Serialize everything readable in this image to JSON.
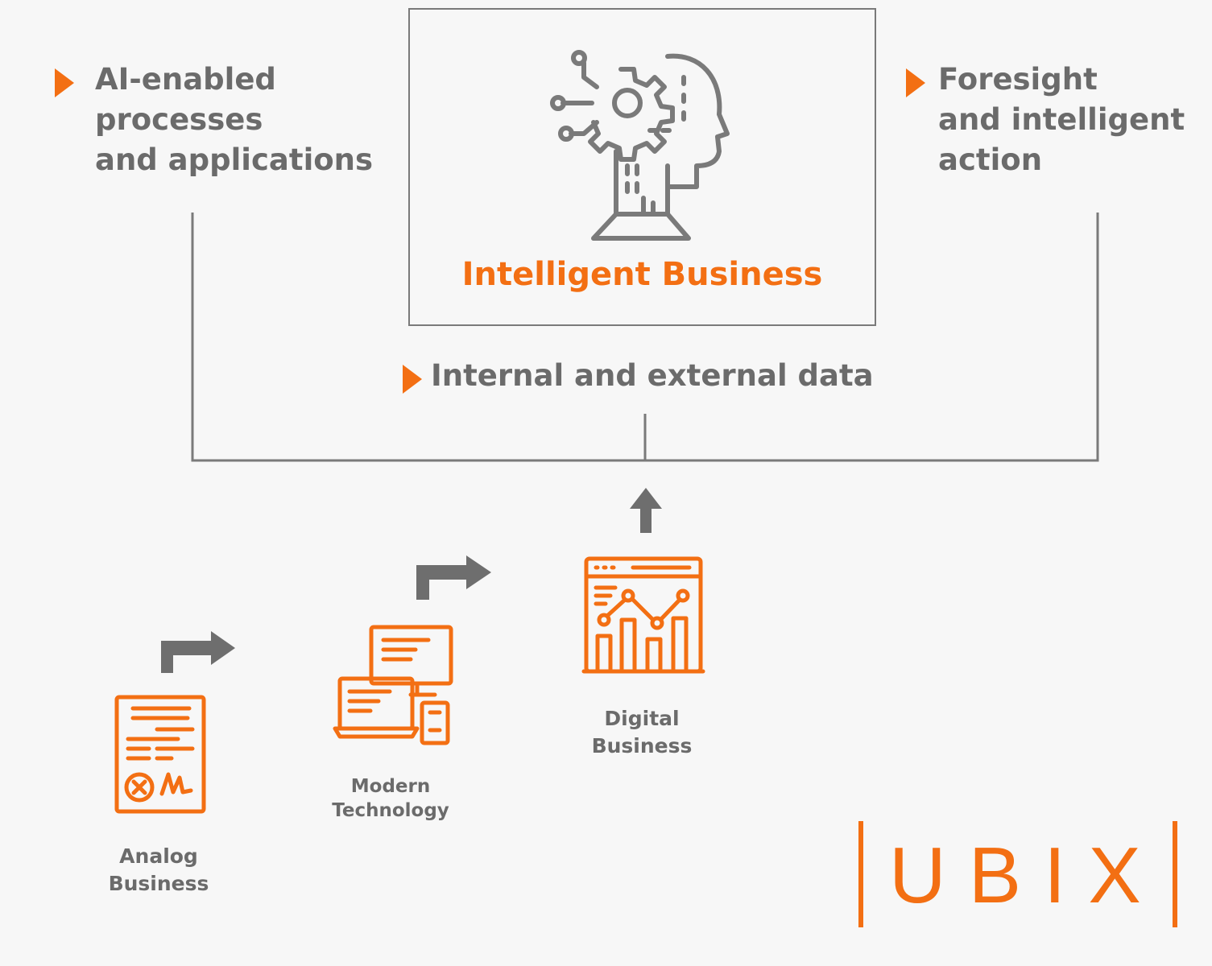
{
  "center": {
    "title": "Intelligent Business",
    "icon": "ai-head-gear-icon"
  },
  "bullets": {
    "left": [
      "AI-enabled",
      "processes",
      "and applications"
    ],
    "right": [
      "Foresight",
      "and intelligent",
      "action"
    ],
    "bottom": "Internal and external data"
  },
  "stages": [
    {
      "label": [
        "Analog",
        "Business"
      ],
      "icon": "signed-document-icon"
    },
    {
      "label": [
        "Modern",
        "Technology"
      ],
      "icon": "devices-icon"
    },
    {
      "label": [
        "Digital",
        "Business"
      ],
      "icon": "analytics-dashboard-icon"
    }
  ],
  "logo": {
    "text": "UBIX"
  },
  "colors": {
    "accent": "#f36f13",
    "text": "#6b6b6b",
    "line": "#7a7a7a",
    "arrow": "#6e6e6e",
    "background": "#f7f7f7"
  }
}
